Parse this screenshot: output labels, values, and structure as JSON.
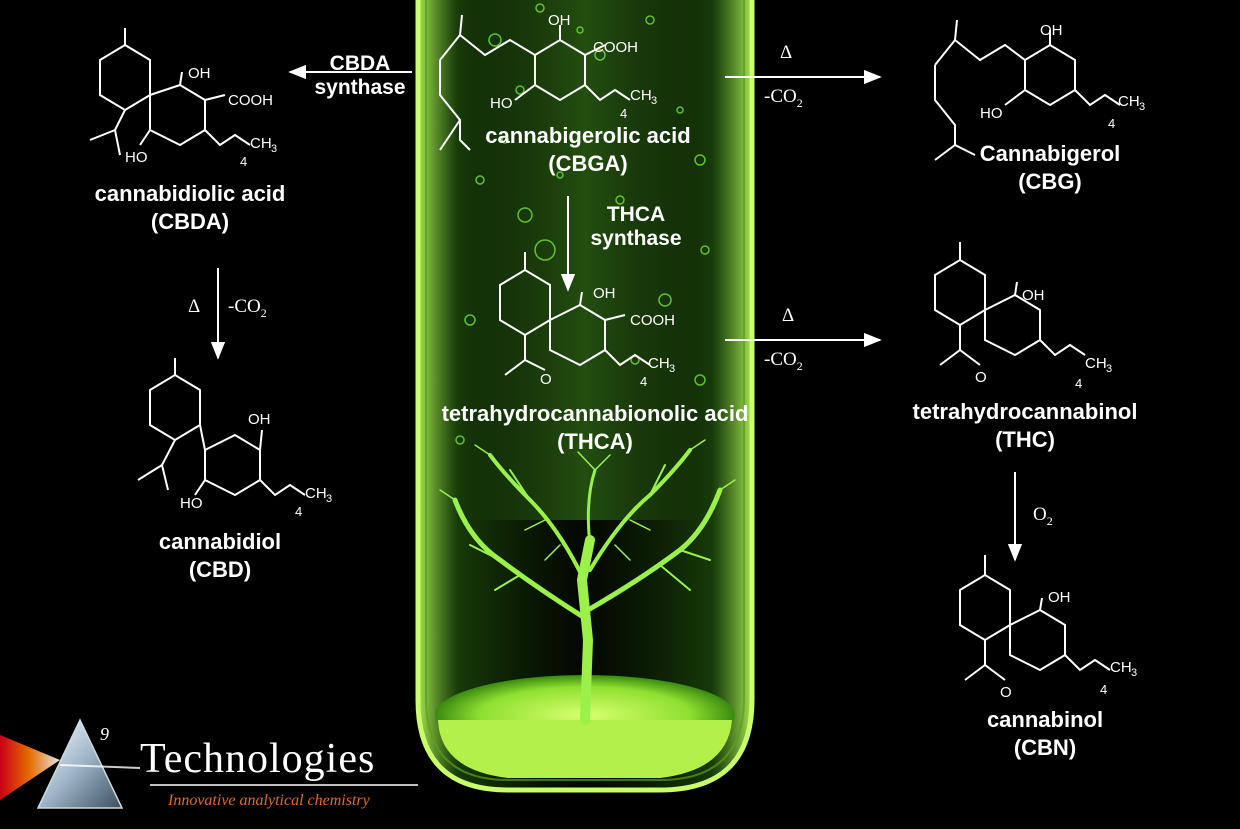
{
  "compounds": {
    "cbga": {
      "name": "cannabigerolic acid",
      "abbr": "(CBGA)"
    },
    "cbg": {
      "name": "Cannabigerol",
      "abbr": "(CBG)"
    },
    "cbda": {
      "name": "cannabidiolic acid",
      "abbr": "(CBDA)"
    },
    "cbd": {
      "name": "cannabidiol",
      "abbr": "(CBD)"
    },
    "thca": {
      "name": "tetrahydrocannabionolic acid",
      "abbr": "(THCA)"
    },
    "thc": {
      "name": "tetrahydrocannabinol",
      "abbr": "(THC)"
    },
    "cbn": {
      "name": "cannabinol",
      "abbr": "(CBN)"
    }
  },
  "enzymes": {
    "cbda": [
      "CBDA",
      "synthase"
    ],
    "thca": [
      "THCA",
      "synthase"
    ]
  },
  "conditions": {
    "heat": "Δ",
    "decarb": "-CO",
    "decarb_sub": "2",
    "oxygen": "O",
    "oxygen_sub": "2"
  },
  "atom_labels": {
    "oh": "OH",
    "ho": "HO",
    "cooh": "COOH",
    "ch3": "CH",
    "ch3_sub": "3",
    "chain_n": "4",
    "o": "O"
  },
  "logo": {
    "word": "Technologies",
    "superscript": "9",
    "tagline": "Innovative analytical chemistry"
  },
  "colors": {
    "background": "#000000",
    "glow": "#7dff3a",
    "text": "#ffffff",
    "tagline": "#e06a20"
  }
}
